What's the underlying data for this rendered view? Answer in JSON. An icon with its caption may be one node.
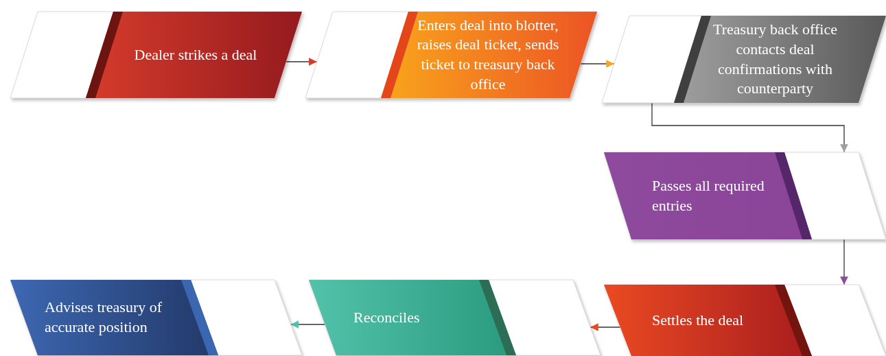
{
  "diagram": {
    "nodes": [
      {
        "text": [
          "Dealer strikes a deal"
        ]
      },
      {
        "text": [
          "Enters deal into blotter, raises deal ticket, sends ticket to treasury back office"
        ]
      },
      {
        "text": [
          "Treasury back office contacts deal confirmations with counterparty"
        ]
      },
      {
        "text": [
          "Passes all required entries"
        ]
      },
      {
        "text": [
          "Settles the deal"
        ]
      },
      {
        "text": [
          "Reconciles"
        ]
      },
      {
        "text": [
          "Advises treasury of accurate position"
        ]
      }
    ],
    "edges": [
      {
        "from": 0,
        "to": 1,
        "arrow": "to"
      },
      {
        "from": 1,
        "to": 2,
        "arrow": "to"
      },
      {
        "from": 2,
        "to": 3,
        "arrow": "to"
      },
      {
        "from": 3,
        "to": 4,
        "arrow": "to"
      },
      {
        "from": 4,
        "to": 5,
        "arrow": "to"
      },
      {
        "from": 5,
        "to": 6,
        "arrow": "to"
      }
    ]
  }
}
